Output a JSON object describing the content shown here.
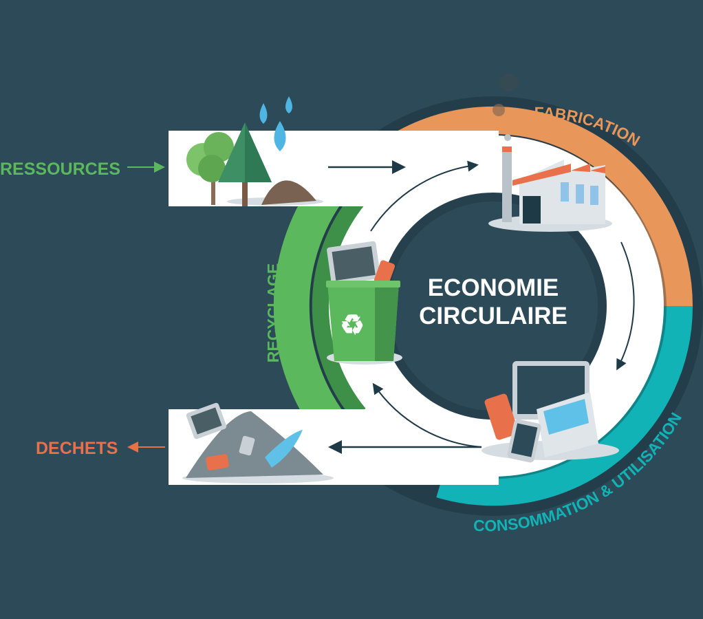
{
  "center": {
    "line1": "ECONOMIE",
    "line2": "CIRCULAIRE"
  },
  "stages": {
    "resources": "RESSOURCES",
    "manufacturing": "FABRICATION",
    "consumption": "CONSOMMATION & UTILISATION",
    "recycling": "RECYCLAGE",
    "waste": "DECHETS"
  },
  "colors": {
    "background": "#2c4a57",
    "resources": "#5cb85c",
    "manufacturing": "#e8965a",
    "consumption": "#12b3b6",
    "recycling": "#5cb85c",
    "waste": "#e8704a"
  },
  "icons": [
    "trees-icon",
    "water-drop-icon",
    "factory-icon",
    "devices-icon",
    "recycle-bin-icon",
    "waste-pile-icon"
  ]
}
